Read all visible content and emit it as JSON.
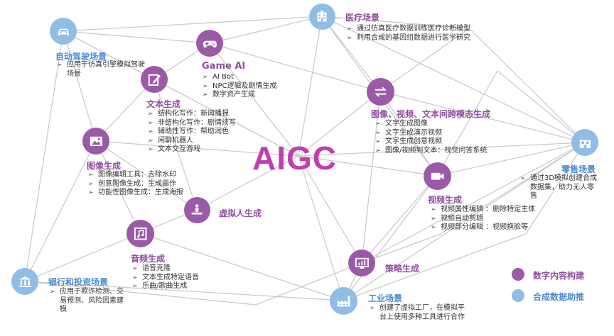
{
  "center_label": "AIGC",
  "colors": {
    "purple": "#9b5aa8",
    "blue": "#8fbde6",
    "line": "#c8c8c8"
  },
  "nodes": {
    "autodrive": {
      "icon": "car-icon",
      "title": "自动驾驶场景",
      "items": [
        "应用于仿真引擎模拟驾驶场景"
      ]
    },
    "gameai": {
      "icon": "gamepad-icon",
      "title": "Game AI",
      "items": [
        "AI Bot",
        "NPC逻辑及剧情生成",
        "数字资产生成"
      ]
    },
    "medical": {
      "icon": "hospital-icon",
      "title": "医疗场景",
      "items": [
        "通过仿真医疗数据训练医疗诊断模型",
        "利用合成的基因组数据进行医学研究"
      ]
    },
    "text": {
      "icon": "edit-icon",
      "title": "文本生成",
      "items": [
        "结构化写作：新闻播报",
        "非结构化写作：剧情续写",
        "辅助性写作：帮助润色",
        "闲聊机器人",
        "文本交互游戏"
      ]
    },
    "crossmodal": {
      "icon": "swap-arrows-icon",
      "title": "图像、视频、文本间跨模态生成",
      "items": [
        "文字生成图像",
        "文字生成演示视频",
        "文字生成创意视频",
        "图像/视频到文本：视觉问答系统"
      ]
    },
    "image": {
      "icon": "image-icon",
      "title": "图像生成",
      "items": [
        "图像编辑工具：去除水印",
        "创意图像生成：生成画作",
        "功能性图像生成：生成海报"
      ]
    },
    "retail": {
      "icon": "store-icon",
      "title": "零售场景",
      "items": [
        "通过3D模拟创建合成数据集，助力无人零售"
      ]
    },
    "video": {
      "icon": "video-icon",
      "title": "视频生成",
      "items": [
        "视频属性编辑 ：删除特定主体",
        "视频自动剪辑",
        "视频部分编辑 ：视频换脸等"
      ]
    },
    "virtual": {
      "icon": "virtual-human-icon",
      "title": "虚拟人生成",
      "items": []
    },
    "audio": {
      "icon": "music-icon",
      "title": "音频生成",
      "items": [
        "语音克隆",
        "文本生成特定语音",
        "乐曲/歌曲生成"
      ]
    },
    "strategy": {
      "icon": "chart-monitor-icon",
      "title": "策略生成",
      "items": []
    },
    "bank": {
      "icon": "bank-icon",
      "title": "银行和投资场景",
      "items": [
        "应用于欺诈检测、交易预测、风险因素建模"
      ]
    },
    "industry": {
      "icon": "factory-icon",
      "title": "工业场景",
      "items": [
        "创建了虚拟工厂，在模拟平台上使用多种工具进行合作"
      ]
    }
  },
  "legend": [
    {
      "label": "数字内容构建",
      "color": "#9b5aa8"
    },
    {
      "label": "合成数据助推",
      "color": "#8fbde6"
    }
  ]
}
